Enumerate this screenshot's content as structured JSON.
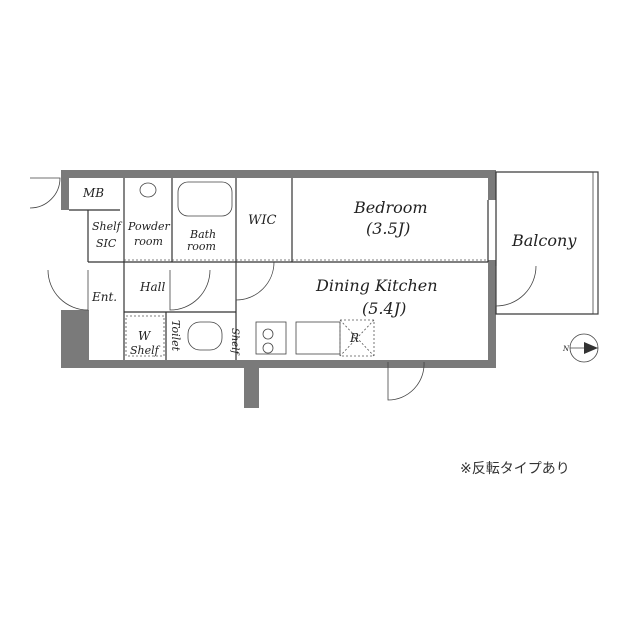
{
  "rooms": {
    "mb": "MB",
    "shelf_sic_1": "Shelf",
    "shelf_sic_2": "SIC",
    "powder_1": "Powder",
    "powder_2": "room",
    "bath_1": "Bath",
    "bath_2": "room",
    "wic": "WIC",
    "bedroom": "Bedroom",
    "bedroom_size": "(3.5J)",
    "balcony": "Balcony",
    "hall": "Hall",
    "ent": "Ent.",
    "dk": "Dining Kitchen",
    "dk_size": "(5.4J)",
    "toilet": "Toilet",
    "w": "W",
    "shelf": "Shelf",
    "shelf2": "Shelf",
    "r": "R"
  },
  "compass": {
    "n": "N"
  },
  "note": "※反転タイプあり"
}
